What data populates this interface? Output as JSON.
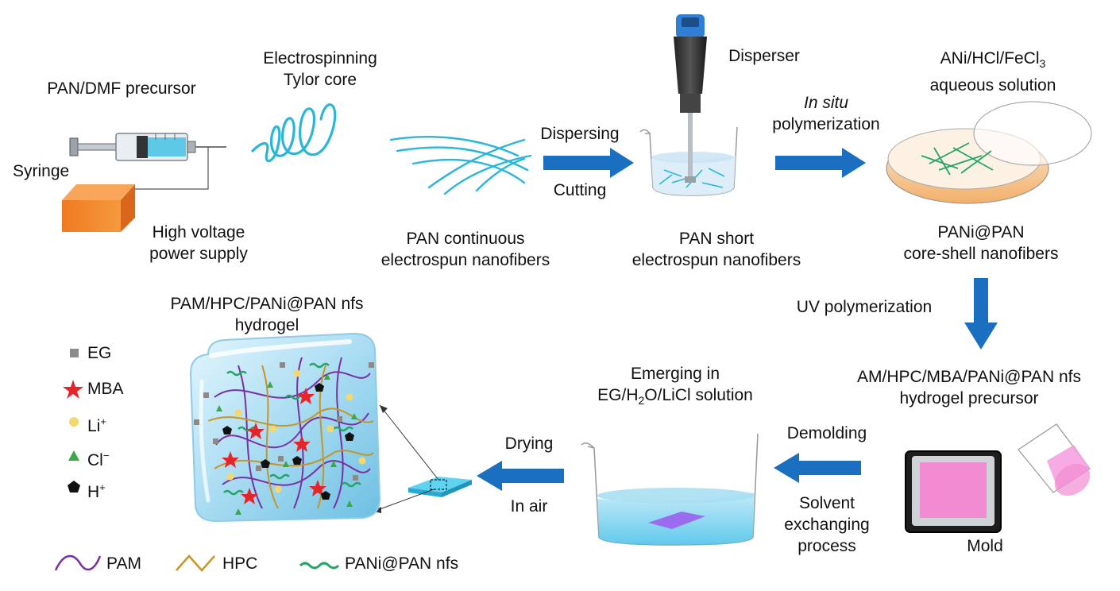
{
  "labels": {
    "pan_dmf": "PAN/DMF precursor",
    "electrospinning": "Electrospinning",
    "tylor_core": "Tylor core",
    "disperser": "Disperser",
    "ani_line1": "ANi/HCl/FeCl",
    "ani_sub": "3",
    "ani_line2": "aqueous solution",
    "syringe": "Syringe",
    "dispersing": "Dispersing",
    "cutting": "Cutting",
    "in_situ": "In situ",
    "polymerization": "polymerization",
    "hv_line1": "High voltage",
    "hv_line2": "power supply",
    "pan_cont_line1": "PAN continuous",
    "pan_cont_line2": "electrospun nanofibers",
    "pan_short_line1": "PAN short",
    "pan_short_line2": "electrospun nanofibers",
    "panipan_line1": "PANi@PAN",
    "panipan_line2": "core-shell nanofibers",
    "hydrogel_line1": "PAM/HPC/PANi@PAN nfs",
    "hydrogel_line2": "hydrogel",
    "uv_poly": "UV polymerization",
    "emerging_line1": "Emerging in",
    "emerging_pre": "EG/H",
    "emerging_sub": "2",
    "emerging_post": "O/LiCl solution",
    "am_line1": "AM/HPC/MBA/PANi@PAN nfs",
    "am_line2": "hydrogel precursor",
    "drying": "Drying",
    "in_air": "In air",
    "demolding": "Demolding",
    "solvent_line1": "Solvent",
    "solvent_line2": "exchanging",
    "solvent_line3": "process",
    "mold": "Mold"
  },
  "legend_species": {
    "eg": "EG",
    "mba": "MBA",
    "li_pre": "Li",
    "li_sup": "+",
    "cl_pre": "Cl",
    "cl_sup": "−",
    "h_pre": "H",
    "h_sup": "+"
  },
  "legend_chains": {
    "pam": "PAM",
    "hpc": "HPC",
    "panipan": "PANi@PAN nfs"
  },
  "colors": {
    "arrow": "#1a6fc0",
    "fiber_blue": "#2ab6dc",
    "pam_purple": "#7a2fa3",
    "hpc_gold": "#c79524",
    "pani_green": "#22a566",
    "mba_red": "#e8232a",
    "li_yellow": "#f5d76e",
    "cl_green": "#3aa845",
    "eg_gray": "#8a8a8a",
    "h_black": "#111111",
    "power_orange": "#f07a22",
    "mold_pink": "#f28bd2"
  }
}
